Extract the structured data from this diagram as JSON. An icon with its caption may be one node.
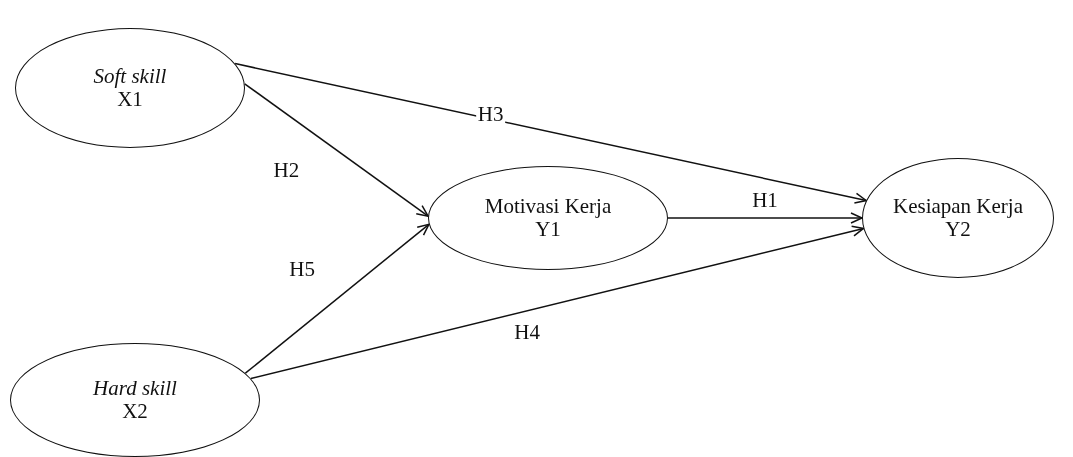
{
  "diagram": {
    "nodes": [
      {
        "text": [
          "*Soft skill*",
          "X1"
        ]
      },
      {
        "text": [
          "*Hard skill*",
          "X2"
        ]
      },
      {
        "text": [
          "Motivasi Kerja",
          "Y1"
        ]
      },
      {
        "text": [
          "Kesiapan Kerja",
          "Y2"
        ]
      }
    ],
    "edges": [
      {
        "from": 0,
        "to": 3,
        "arrow": "to",
        "label": "H3"
      },
      {
        "from": 0,
        "to": 2,
        "arrow": "to",
        "label": "H2"
      },
      {
        "from": 2,
        "to": 3,
        "arrow": "to",
        "label": "H1"
      },
      {
        "from": 1,
        "to": 3,
        "arrow": "to",
        "label": "H4"
      },
      {
        "from": 1,
        "to": 2,
        "arrow": "to",
        "label": "H5"
      }
    ]
  }
}
